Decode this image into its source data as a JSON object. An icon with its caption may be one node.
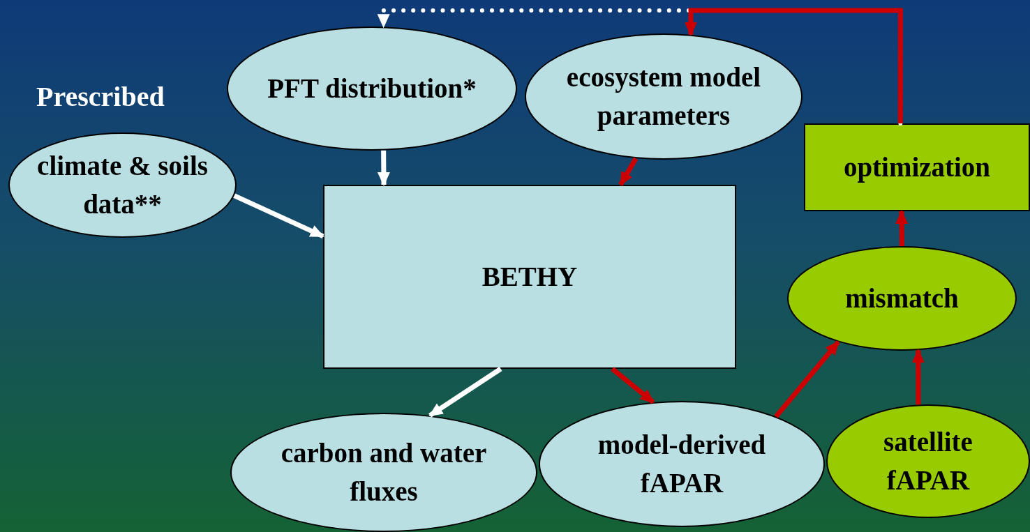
{
  "diagram": {
    "nodes": [
      {
        "text": [
          "PFT distribution*"
        ]
      },
      {
        "text": [
          "ecosystem model parameters"
        ]
      },
      {
        "text": [
          "climate & soils data**"
        ]
      },
      {
        "text": [
          "BETHY"
        ]
      },
      {
        "text": [
          "optimization"
        ]
      },
      {
        "text": [
          "mismatch"
        ]
      },
      {
        "text": [
          "carbon and water fluxes"
        ]
      },
      {
        "text": [
          "model-derived fAPAR"
        ]
      },
      {
        "text": [
          "satellite fAPAR"
        ]
      }
    ],
    "edges": [
      {
        "from": 0,
        "to": 3,
        "arrow": "to",
        "color": "#ffffff"
      },
      {
        "from": 2,
        "to": 3,
        "arrow": "to",
        "color": "#ffffff"
      },
      {
        "from": 1,
        "to": 3,
        "arrow": "to"
      },
      {
        "from": 3,
        "to": 6,
        "arrow": "to",
        "color": "#ffffff"
      },
      {
        "from": 3,
        "to": 7,
        "arrow": "to"
      },
      {
        "from": 7,
        "to": 5,
        "arrow": "to"
      },
      {
        "from": 8,
        "to": 5,
        "arrow": "to"
      },
      {
        "from": 5,
        "to": 4,
        "arrow": "to"
      },
      {
        "from": 4,
        "to": 1,
        "arrow": "to"
      },
      {
        "from": 4,
        "to": 0,
        "arrow": "to",
        "style": "dashed",
        "color": "#ffffff"
      }
    ],
    "labels": [
      "Prescribed"
    ]
  }
}
